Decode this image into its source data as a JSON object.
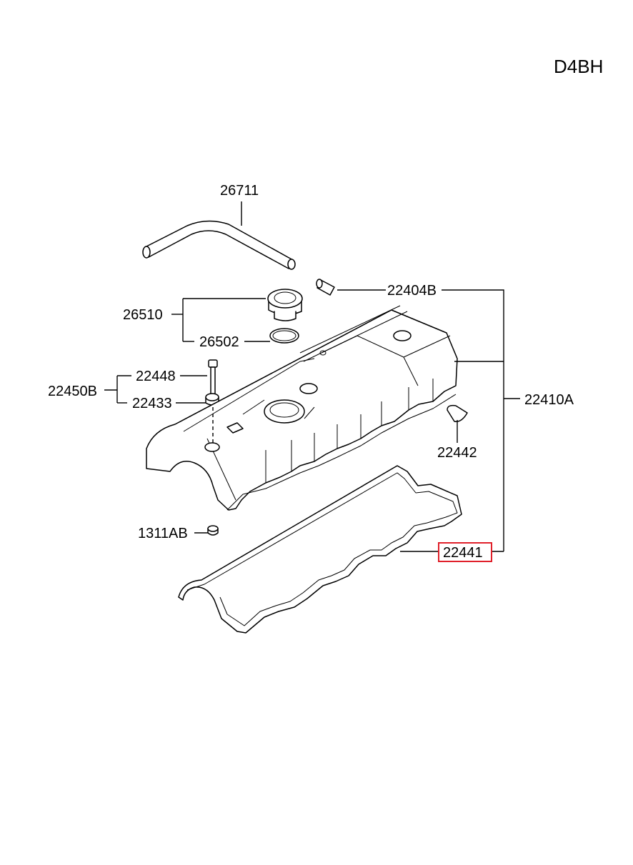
{
  "header": {
    "engine_code": "D4BH"
  },
  "parts": [
    {
      "id": "p26711",
      "number": "26711"
    },
    {
      "id": "p22404B",
      "number": "22404B"
    },
    {
      "id": "p26510",
      "number": "26510"
    },
    {
      "id": "p26502",
      "number": "26502"
    },
    {
      "id": "p22448",
      "number": "22448"
    },
    {
      "id": "p22450B",
      "number": "22450B"
    },
    {
      "id": "p22433",
      "number": "22433"
    },
    {
      "id": "p22410A",
      "number": "22410A"
    },
    {
      "id": "p22442",
      "number": "22442"
    },
    {
      "id": "p1311AB",
      "number": "1311AB"
    },
    {
      "id": "p22441",
      "number": "22441",
      "highlighted": true
    }
  ],
  "highlight_color": "#e0202a"
}
